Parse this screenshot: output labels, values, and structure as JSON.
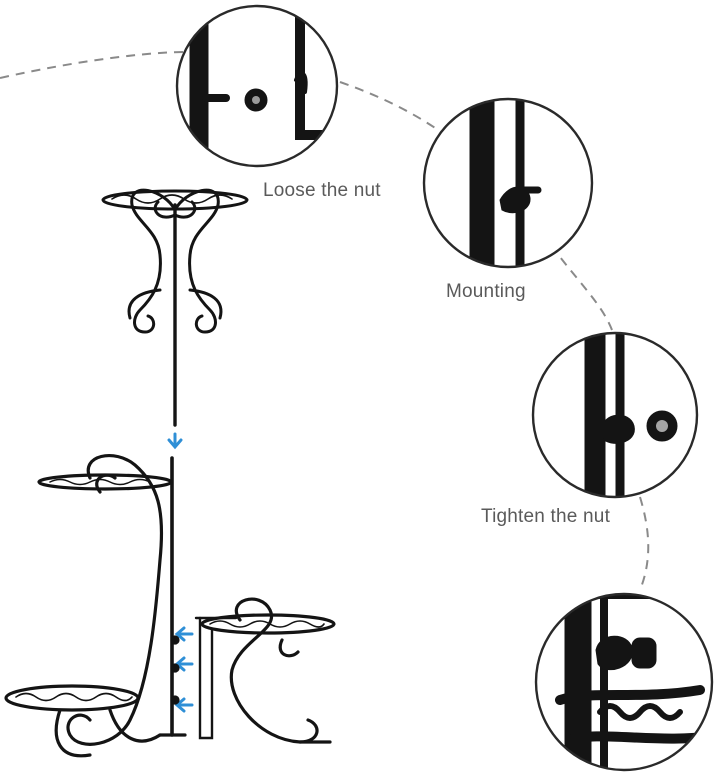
{
  "steps": [
    {
      "caption": "Loose the nut"
    },
    {
      "caption": "Mounting"
    },
    {
      "caption": "Tighten the nut"
    }
  ],
  "colors": {
    "metal": "#141414",
    "caption": "#5a5a5a",
    "dash": "#8a8a8a",
    "arrow": "#2f8fd6",
    "circle_border": "#2a2a2a",
    "circle_fill": "#ffffff"
  }
}
